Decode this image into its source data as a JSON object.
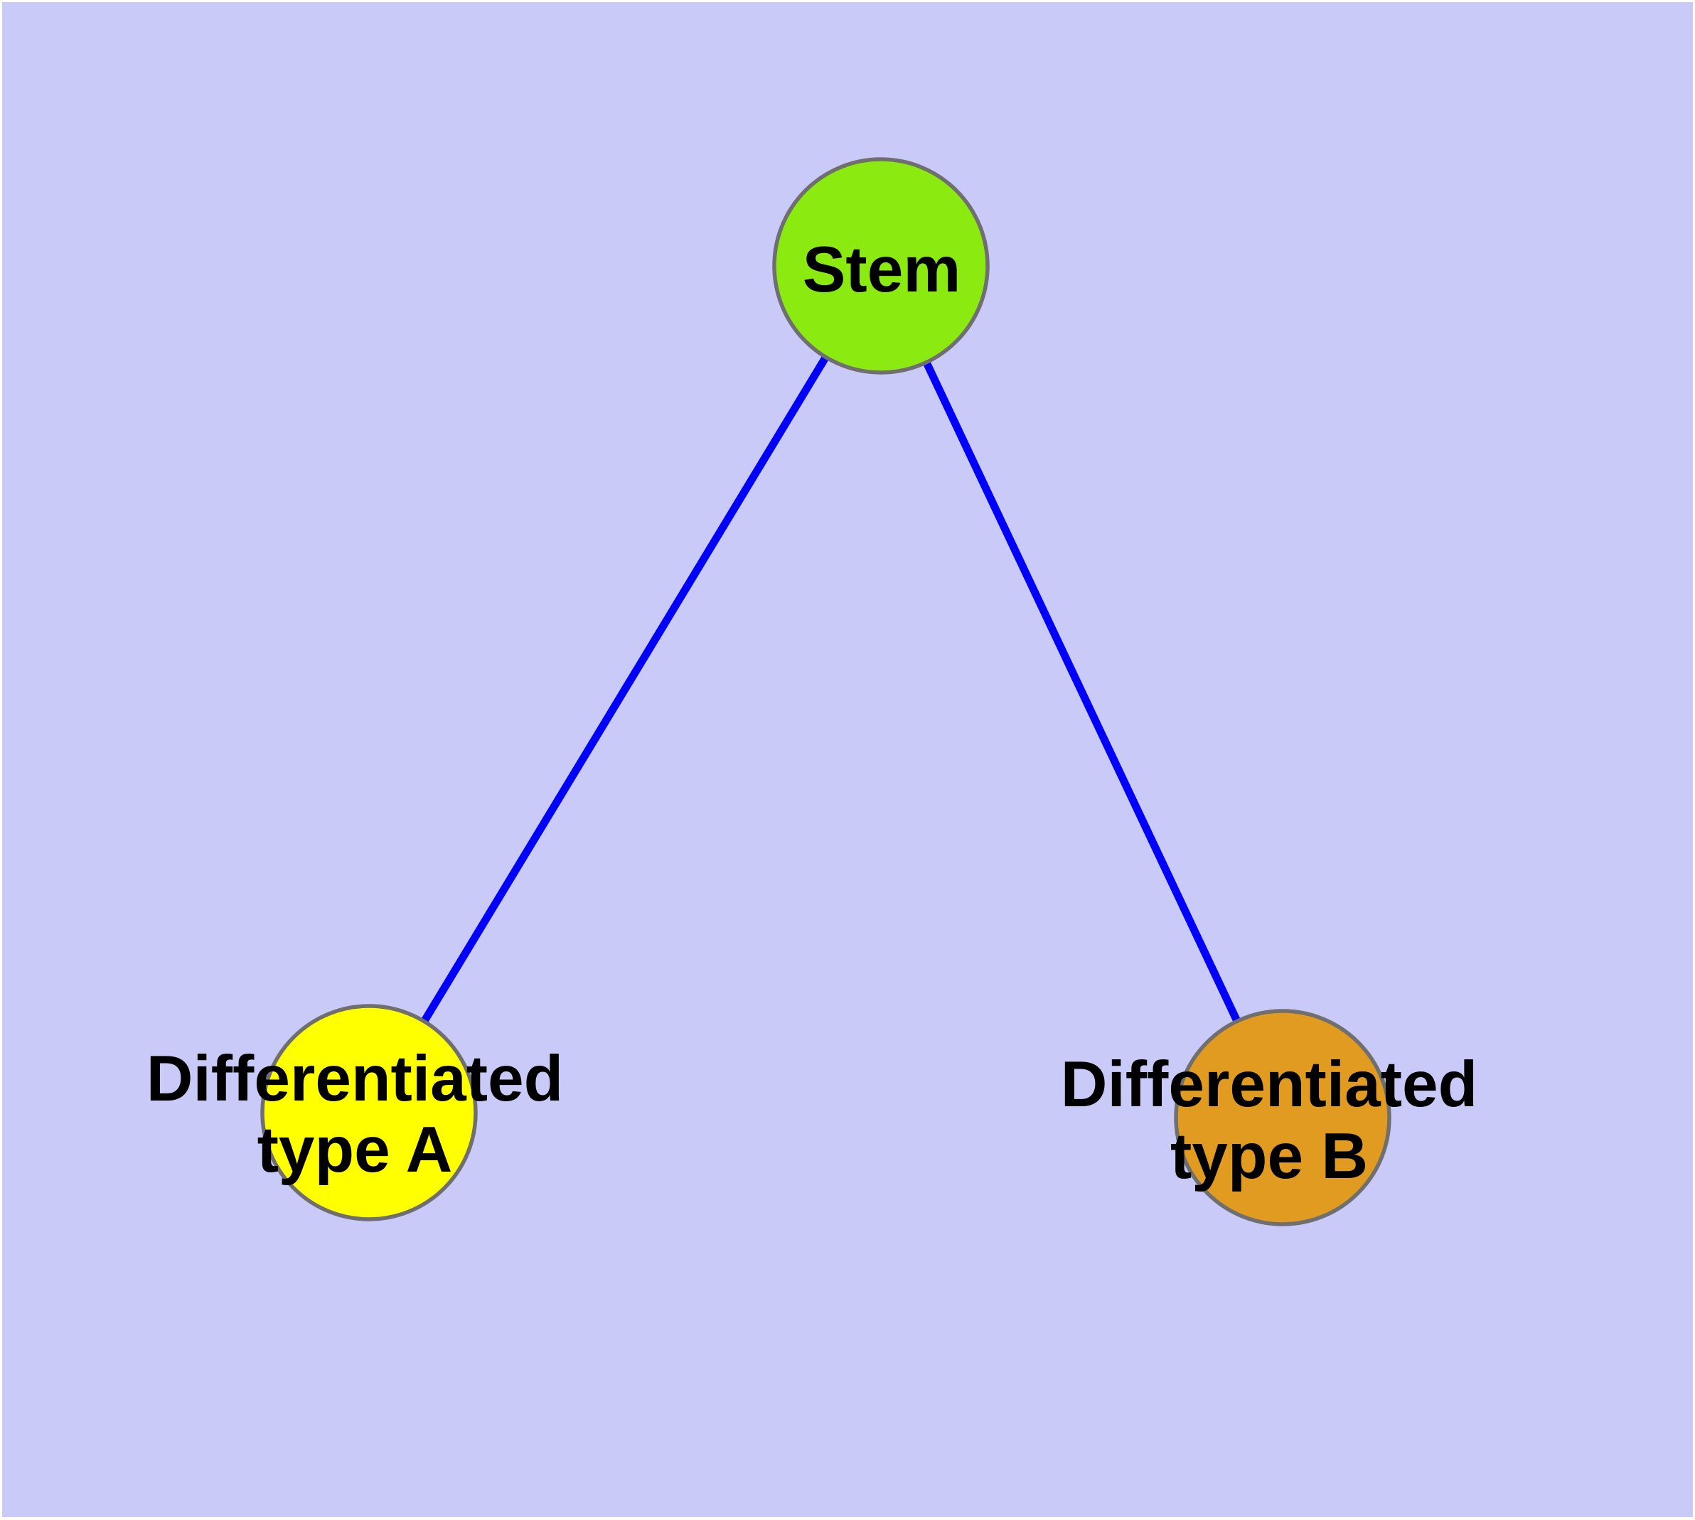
{
  "diagram": {
    "type": "node-link-graph",
    "background_color": "#CACAF8",
    "page_margin_color": "#FFFFFF",
    "edge_color": "#0000FA",
    "node_border_color": "#6F6F6F",
    "label_color": "#000000",
    "nodes": [
      {
        "id": "stem",
        "label": "Stem",
        "fill_color": "#8BEA10"
      },
      {
        "id": "differentiated-type-a",
        "label_line1": "Differentiated",
        "label_line2": "type A",
        "fill_color": "#FFFF00"
      },
      {
        "id": "differentiated-type-b",
        "label_line1": "Differentiated",
        "label_line2": "type B",
        "fill_color": "#E09B20"
      }
    ],
    "edges": [
      {
        "from": "Stem",
        "to": "Differentiated type A"
      },
      {
        "from": "Stem",
        "to": "Differentiated type B"
      }
    ]
  }
}
